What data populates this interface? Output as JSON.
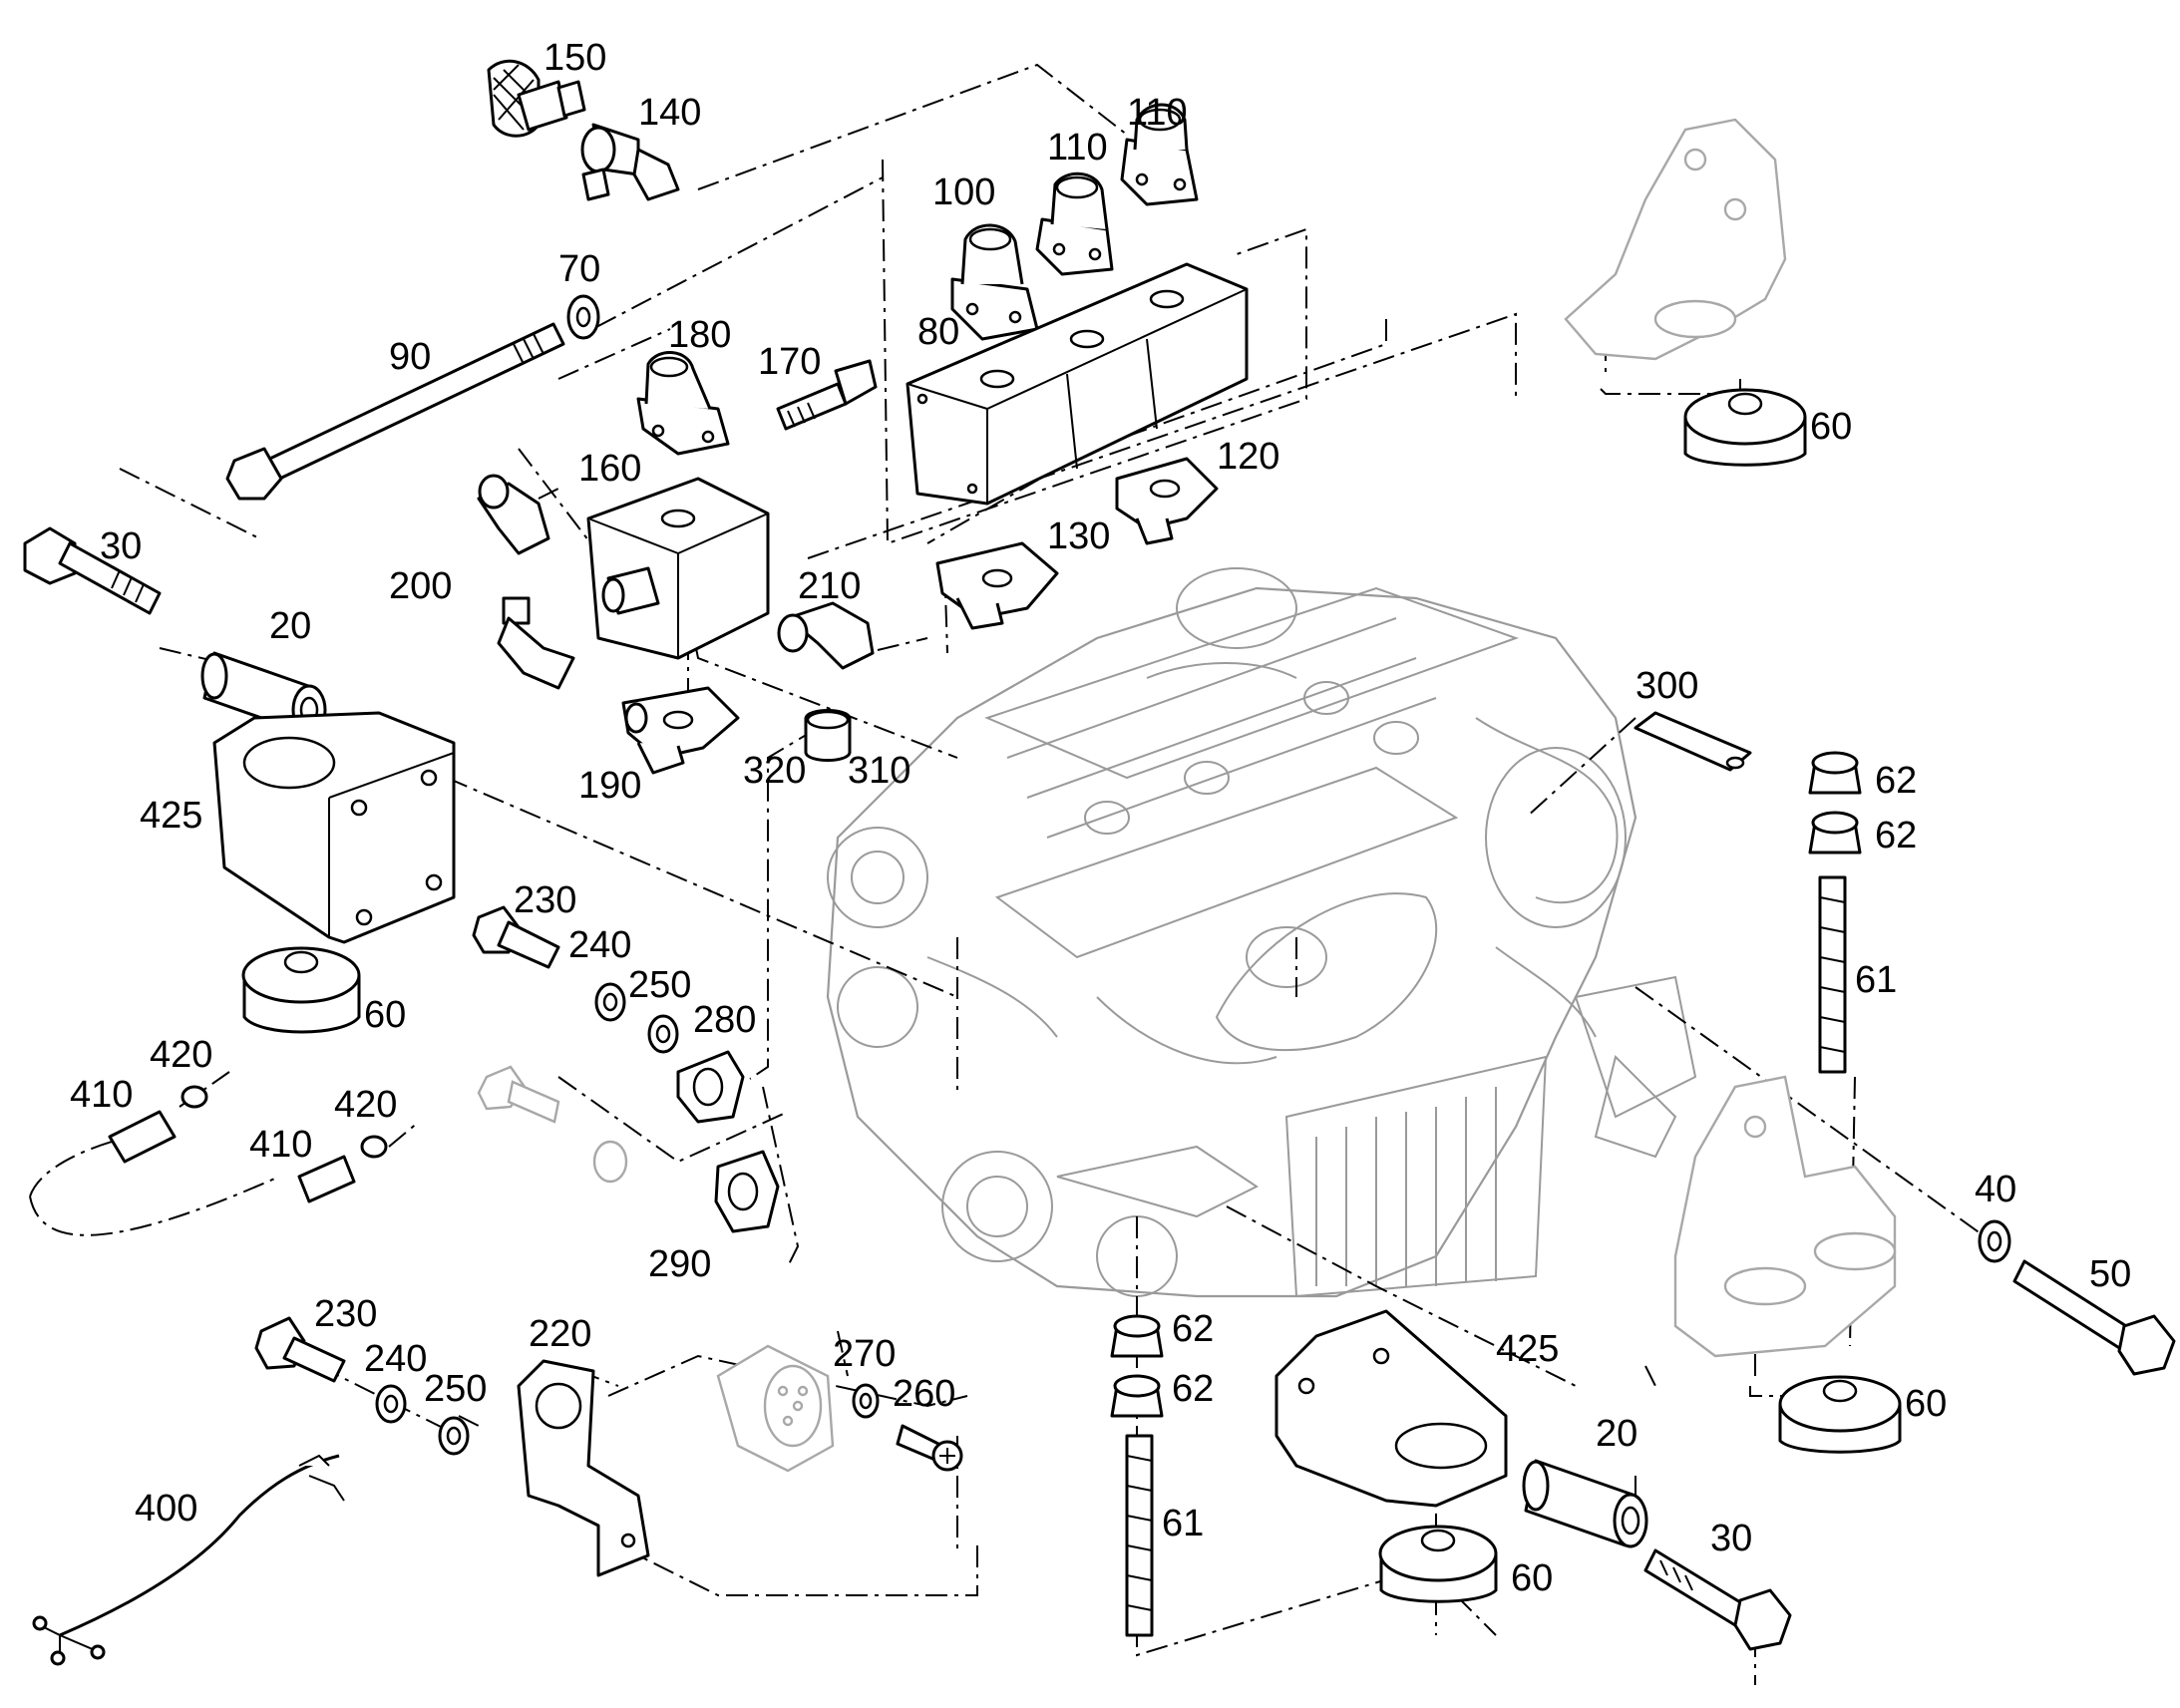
{
  "diagram": {
    "callouts": {
      "c150": "150",
      "c140": "140",
      "c110a": "110",
      "c110b": "110",
      "c100": "100",
      "c70": "70",
      "c90": "90",
      "c180": "180",
      "c170": "170",
      "c80": "80",
      "c120": "120",
      "c130": "130",
      "c160": "160",
      "c30a": "30",
      "c200": "200",
      "c210": "210",
      "c20a": "20",
      "c300": "300",
      "c62a": "62",
      "c62b": "62",
      "c320": "320",
      "c310": "310",
      "c190": "190",
      "c425a": "425",
      "c60a": "60",
      "c60b": "60",
      "c230a": "230",
      "c240a": "240",
      "c250a": "250",
      "c280": "280",
      "c61a": "61",
      "c420a": "420",
      "c410a": "410",
      "c420b": "420",
      "c410b": "410",
      "c40": "40",
      "c290": "290",
      "c50": "50",
      "c230b": "230",
      "c62c": "62",
      "c62d": "62",
      "c425b": "425",
      "c220": "220",
      "c240b": "240",
      "c270": "270",
      "c250b": "250",
      "c260": "260",
      "c20b": "20",
      "c60c": "60",
      "c400": "400",
      "c61b": "61",
      "c30b": "30",
      "c60d": "60"
    }
  }
}
